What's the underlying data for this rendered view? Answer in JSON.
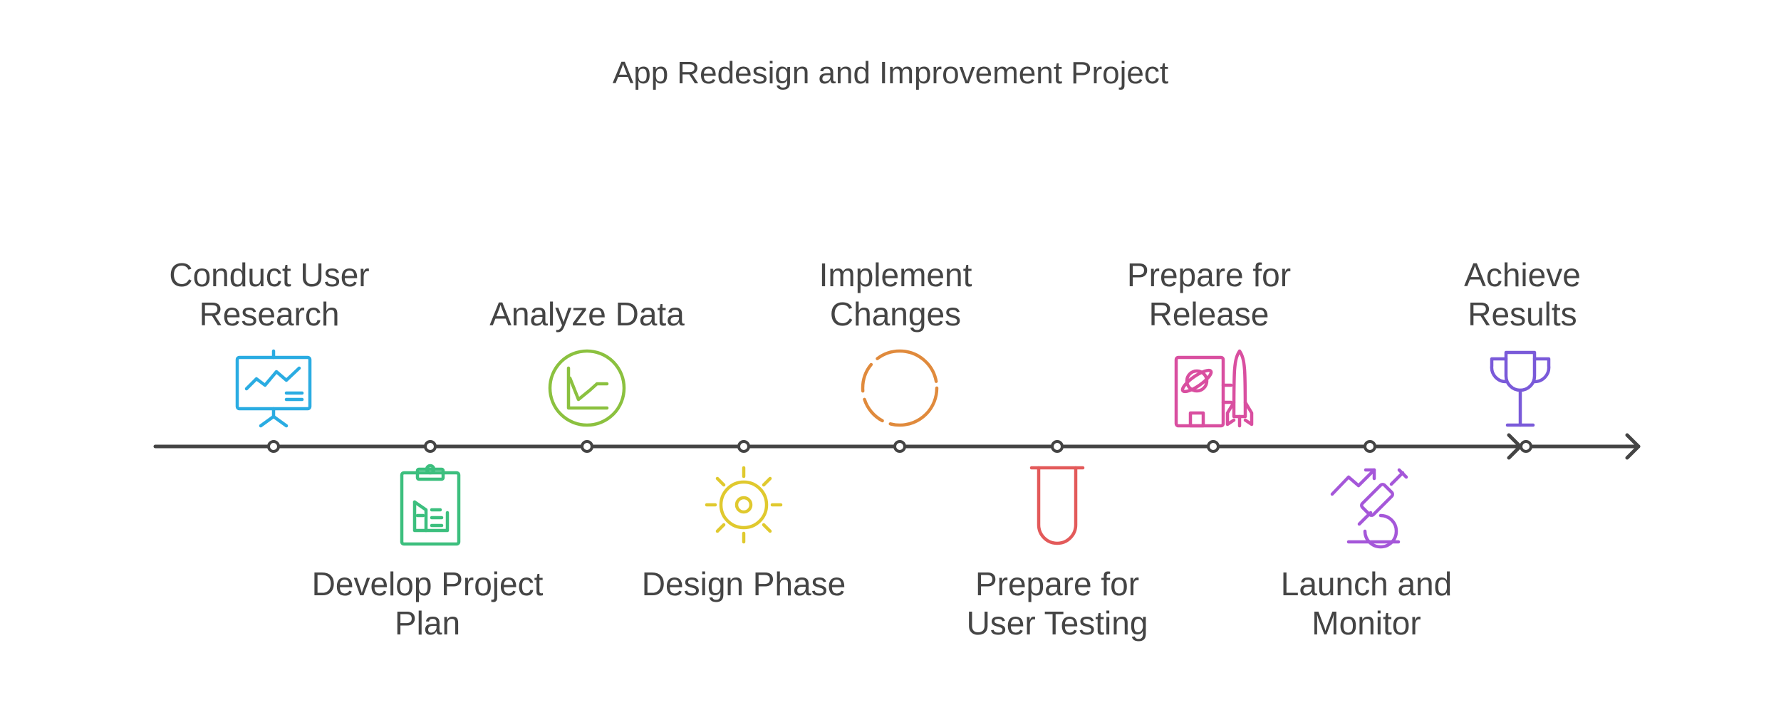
{
  "title": "App Redesign and Improvement Project",
  "colors": {
    "line": "#444444",
    "text": "#444444"
  },
  "steps": [
    {
      "lines": [
        "Conduct User",
        "Research"
      ],
      "icon": "presentation-chart-icon",
      "color": "#2aace2"
    },
    {
      "lines": [
        "Develop Project",
        "Plan"
      ],
      "icon": "clipboard-plan-icon",
      "color": "#3cbf7e"
    },
    {
      "lines": [
        "Analyze Data"
      ],
      "icon": "line-chart-circle-icon",
      "color": "#8bc13f"
    },
    {
      "lines": [
        "Design Phase"
      ],
      "icon": "sun-icon",
      "color": "#e0c92e"
    },
    {
      "lines": [
        "Implement",
        "Changes"
      ],
      "icon": "dashed-circle-icon",
      "color": "#e08a3c"
    },
    {
      "lines": [
        "Prepare for",
        "User Testing"
      ],
      "icon": "test-tube-icon",
      "color": "#e35a5a"
    },
    {
      "lines": [
        "Prepare for",
        "Release"
      ],
      "icon": "launch-pad-icon",
      "color": "#d94fa0"
    },
    {
      "lines": [
        "Launch and",
        "Monitor"
      ],
      "icon": "microscope-growth-icon",
      "color": "#a557d9"
    },
    {
      "lines": [
        "Achieve",
        "Results"
      ],
      "icon": "trophy-icon",
      "color": "#7a5ad9"
    }
  ]
}
